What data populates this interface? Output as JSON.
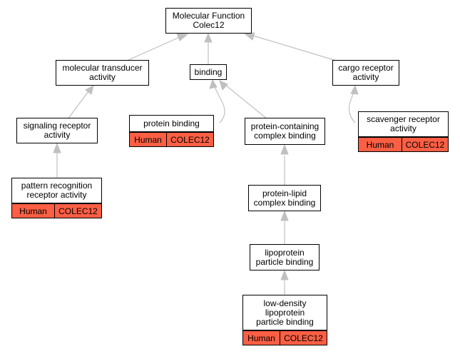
{
  "colors": {
    "edge": "#c0c0c0",
    "annotation_fill": "#fc5f44",
    "node_border": "#000000"
  },
  "nodes": {
    "root": {
      "label": "Molecular Function\nColec12"
    },
    "molecular_transducer": {
      "label": "molecular transducer\nactivity"
    },
    "binding": {
      "label": "binding"
    },
    "cargo_receptor": {
      "label": "cargo receptor\nactivity"
    },
    "signaling_receptor": {
      "label": "signaling receptor\nactivity"
    },
    "protein_binding": {
      "label": "protein binding"
    },
    "protein_containing": {
      "label": "protein-containing\ncomplex binding"
    },
    "scavenger_receptor": {
      "label": "scavenger receptor\nactivity"
    },
    "pattern_recognition": {
      "label": "pattern recognition\nreceptor activity"
    },
    "protein_lipid": {
      "label": "protein-lipid\ncomplex binding"
    },
    "lipoprotein_particle": {
      "label": "lipoprotein\nparticle binding"
    },
    "ldl_particle": {
      "label": "low-density\nlipoprotein\nparticle binding"
    }
  },
  "annotations": {
    "protein_binding": {
      "species": "Human",
      "gene": "COLEC12"
    },
    "scavenger_receptor": {
      "species": "Human",
      "gene": "COLEC12"
    },
    "pattern_recognition": {
      "species": "Human",
      "gene": "COLEC12"
    },
    "ldl_particle": {
      "species": "Human",
      "gene": "COLEC12"
    }
  }
}
